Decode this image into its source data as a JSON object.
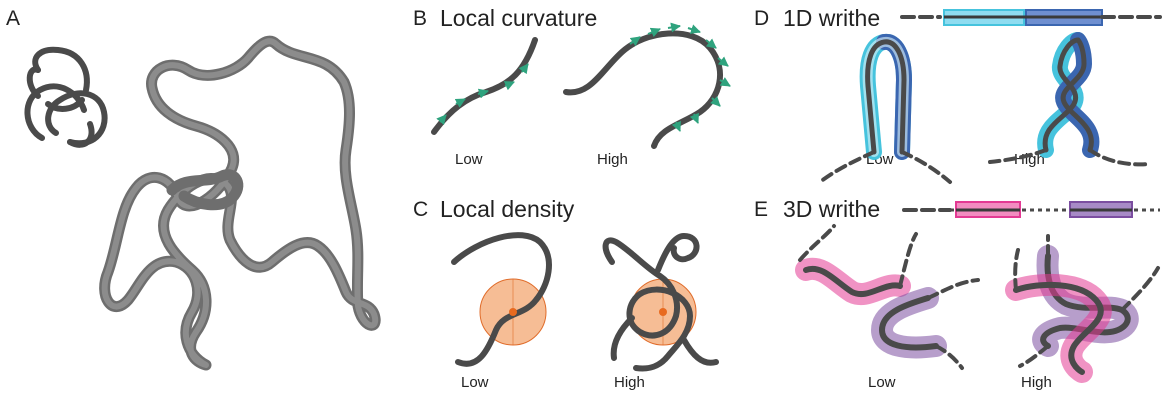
{
  "panels": {
    "a": {
      "letter": "A"
    },
    "b": {
      "letter": "B",
      "title": "Local curvature",
      "low": "Low",
      "high": "High"
    },
    "c": {
      "letter": "C",
      "title": "Local density",
      "low": "Low",
      "high": "High"
    },
    "d": {
      "letter": "D",
      "title": "1D writhe",
      "low": "Low",
      "high": "High"
    },
    "e": {
      "letter": "E",
      "title": "3D writhe",
      "low": "Low",
      "high": "High"
    }
  },
  "colors": {
    "strand": "#4a4a4a",
    "polymer": "#7a7a7a",
    "curvature_arrow": "#2fa37e",
    "density_fill": "#f4b183",
    "density_center": "#e86a1f",
    "cyan": "#46c3dd",
    "blue": "#3b66b0",
    "magenta": "#e33a93",
    "purple": "#7b4ea0"
  }
}
